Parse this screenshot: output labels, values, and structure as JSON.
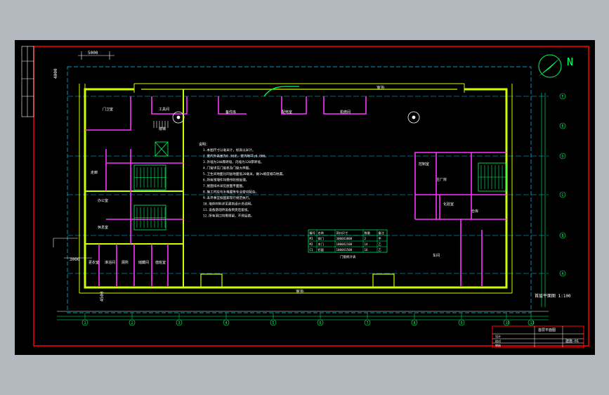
{
  "drawing": {
    "north_label": "N",
    "scale_caption": "首层平面图 1:100",
    "dim_top_short": "5000",
    "dim_left_short": "3000",
    "dim_left_vertical": "4000",
    "dim_left_bottom": "4500",
    "outdoor_label_top": "室外",
    "outdoor_label_bottom": "室外",
    "colors": {
      "frame": "#ff0000",
      "wall": "#ccff00",
      "partition": "#ff33ff",
      "axis": "#00ccff",
      "dimension": "#00ff66",
      "text": "#ffffff",
      "background": "#000000"
    }
  },
  "grid_bottom": [
    "1",
    "2",
    "3",
    "4",
    "5",
    "6",
    "7",
    "8",
    "9",
    "10",
    "11"
  ],
  "grid_right": [
    "F",
    "E",
    "D",
    "C",
    "B",
    "A"
  ],
  "rooms": {
    "top_left": "门卫室",
    "tool_room": "工具间",
    "corridor_left": "走廊",
    "stair": "楼梯",
    "office_a": "办公室",
    "office_b": "休息室",
    "mid_room_1": "配电室",
    "mid_room_2": "机修间",
    "mid_room_3": "备件库",
    "bottom_rooms": [
      "更衣室",
      "淋浴间",
      "厕所",
      "储藏间",
      "值班室"
    ],
    "right_room_1": "控制室",
    "right_room_2": "化验室",
    "right_room_3": "仓库",
    "right_big": "车间",
    "hall": "主厂房"
  },
  "notes_title": "说明：",
  "notes": [
    "1.本图尺寸以毫米计，标高以米计。",
    "2.室内外高差为0.30米，室内地坪±0.000。",
    "3.外墙为240厚砖墙，内墙为120厚砖墙。",
    "4.门窗详见门窗表及门窗大样图。",
    "5.卫生间地面比同层地面低20毫米，做1%坡度坡向地漏。",
    "6.所有预埋件均需作防锈处理。",
    "7.屋面排水详见屋面平面图。",
    "8.施工时应与水电暖等专业密切配合。",
    "9.未尽事宜按国家现行规范执行。",
    "10.墙体材料详见建筑设计总说明。",
    "11.设备基础待设备到货后复核。",
    "12.所有洞口均需预留，不得后凿。"
  ],
  "table": {
    "header": [
      "编号",
      "名称",
      "洞口尺寸",
      "数量",
      "备注"
    ],
    "rows": [
      [
        "M1",
        "钢门",
        "3000X3000",
        "2",
        "甲"
      ],
      [
        "M2",
        "木门",
        "1000X2100",
        "14",
        "乙"
      ],
      [
        "C1",
        "铝窗",
        "1800X1500",
        "16",
        "乙"
      ]
    ],
    "caption": "门窗统计表"
  },
  "title_block": {
    "project": "首层平面图",
    "rows": [
      "设计",
      "校对",
      "审核"
    ],
    "no": "建施-01"
  }
}
